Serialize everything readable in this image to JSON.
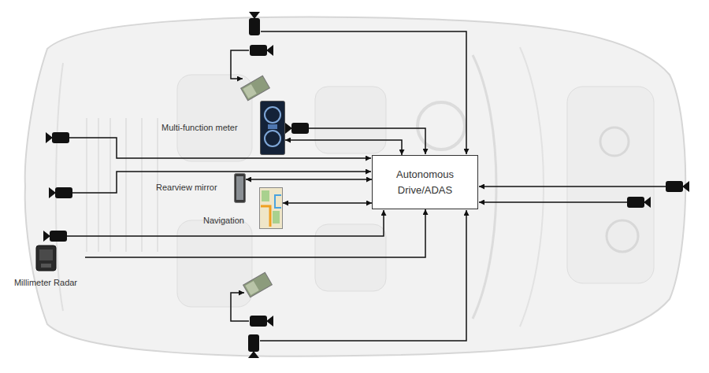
{
  "diagram": {
    "nodes": [
      {
        "text": [
          "Multi-function meter"
        ]
      },
      {
        "text": [
          "Autonomous Drive/ADAS"
        ]
      },
      {
        "text": [
          "Rearview mirror"
        ]
      },
      {
        "text": [
          "Navigation"
        ]
      },
      {
        "text": [
          "Millimeter Radar"
        ]
      }
    ],
    "edges": [
      {
        "from": 0,
        "to": 1,
        "arrow": "both"
      },
      {
        "from": 2,
        "to": 1,
        "arrow": "both"
      },
      {
        "from": 3,
        "to": 1,
        "arrow": "both"
      },
      {
        "from": 4,
        "to": 1,
        "arrow": "to"
      }
    ]
  }
}
